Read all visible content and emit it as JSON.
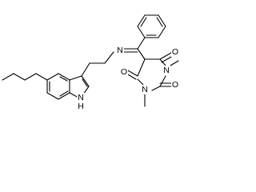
{
  "molecule": {
    "atoms": {
      "imine_n": "N",
      "carbonyl_o_top": "O",
      "ring_n_top": "N",
      "carbonyl_o_right": "O",
      "ring_n_bottom": "N",
      "carbonyl_o_bottom": "O",
      "indole_nh_n": "N",
      "indole_nh_h": "H"
    }
  }
}
